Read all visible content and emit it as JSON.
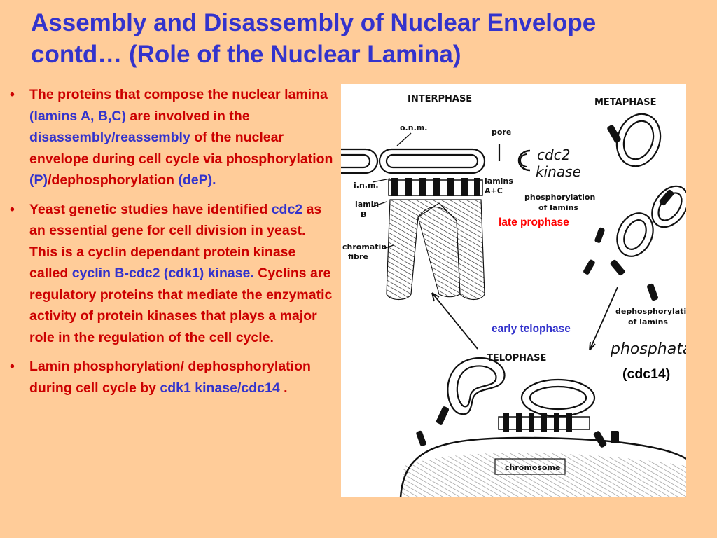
{
  "slide": {
    "title_line1": "Assembly and Disassembly of Nuclear Envelope",
    "title_line2": "contd… (Role of the Nuclear Lamina)"
  },
  "bullets": [
    {
      "segments": [
        {
          "text": "The proteins that compose the nuclear lamina ",
          "color": "red"
        },
        {
          "text": "(lamins A, B,C)",
          "color": "blue"
        },
        {
          "text": " are involved in the ",
          "color": "red"
        },
        {
          "text": "disassembly/reassembly",
          "color": "blue"
        },
        {
          "text": " of the nuclear envelope during cell cycle via phosphorylation ",
          "color": "red"
        },
        {
          "text": "(P)",
          "color": "blue"
        },
        {
          "text": "/dephosphorylation ",
          "color": "red"
        },
        {
          "text": "(deP).",
          "color": "blue"
        }
      ]
    },
    {
      "segments": [
        {
          "text": "Yeast genetic studies have identified ",
          "color": "red"
        },
        {
          "text": "cdc2",
          "color": "blue"
        },
        {
          "text": " as an essential gene for cell division in yeast. This is a cyclin dependant protein kinase called ",
          "color": "red"
        },
        {
          "text": "cyclin B-cdc2 (cdk1) kinase.",
          "color": "blue"
        },
        {
          "text": " Cyclins are regulatory proteins that mediate the enzymatic activity of protein kinases that plays a major role in the regulation of the cell cycle.",
          "color": "red"
        }
      ]
    },
    {
      "segments": [
        {
          "text": "Lamin phosphorylation/ dephosphorylation during cell cycle  by ",
          "color": "red"
        },
        {
          "text": "cdk1 kinase/cdc14",
          "color": "blue"
        },
        {
          "text": " .",
          "color": "red"
        }
      ]
    }
  ],
  "figure": {
    "overlay_labels": {
      "late_prophase": "late prophase",
      "early_telophase": "early telophase",
      "cdc14": "(cdc14)"
    },
    "diagram_labels": {
      "interphase": "INTERPHASE",
      "metaphase": "METAPHASE",
      "telophase": "TELOPHASE",
      "onm": "o.n.m.",
      "pore": "pore",
      "inm": "i.n.m.",
      "lamins_ac_1": "lamins",
      "lamins_ac_2": "A+C",
      "lamin_b_1": "lamin",
      "lamin_b_2": "B",
      "chromatin_1": "chromatin",
      "chromatin_2": "fibre",
      "cdc2_1": "cdc2",
      "cdc2_2": "kinase",
      "phos_1": "phosphorylation",
      "phos_2": "of lamins",
      "dephos_1": "dephosphorylation",
      "dephos_2": "of lamins",
      "phosphatase": "phosphatase",
      "chromosome": "chromosome"
    }
  },
  "colors": {
    "background": "#ffcc99",
    "title": "#3333cc",
    "red": "#cc0000",
    "blue": "#3333cc"
  }
}
